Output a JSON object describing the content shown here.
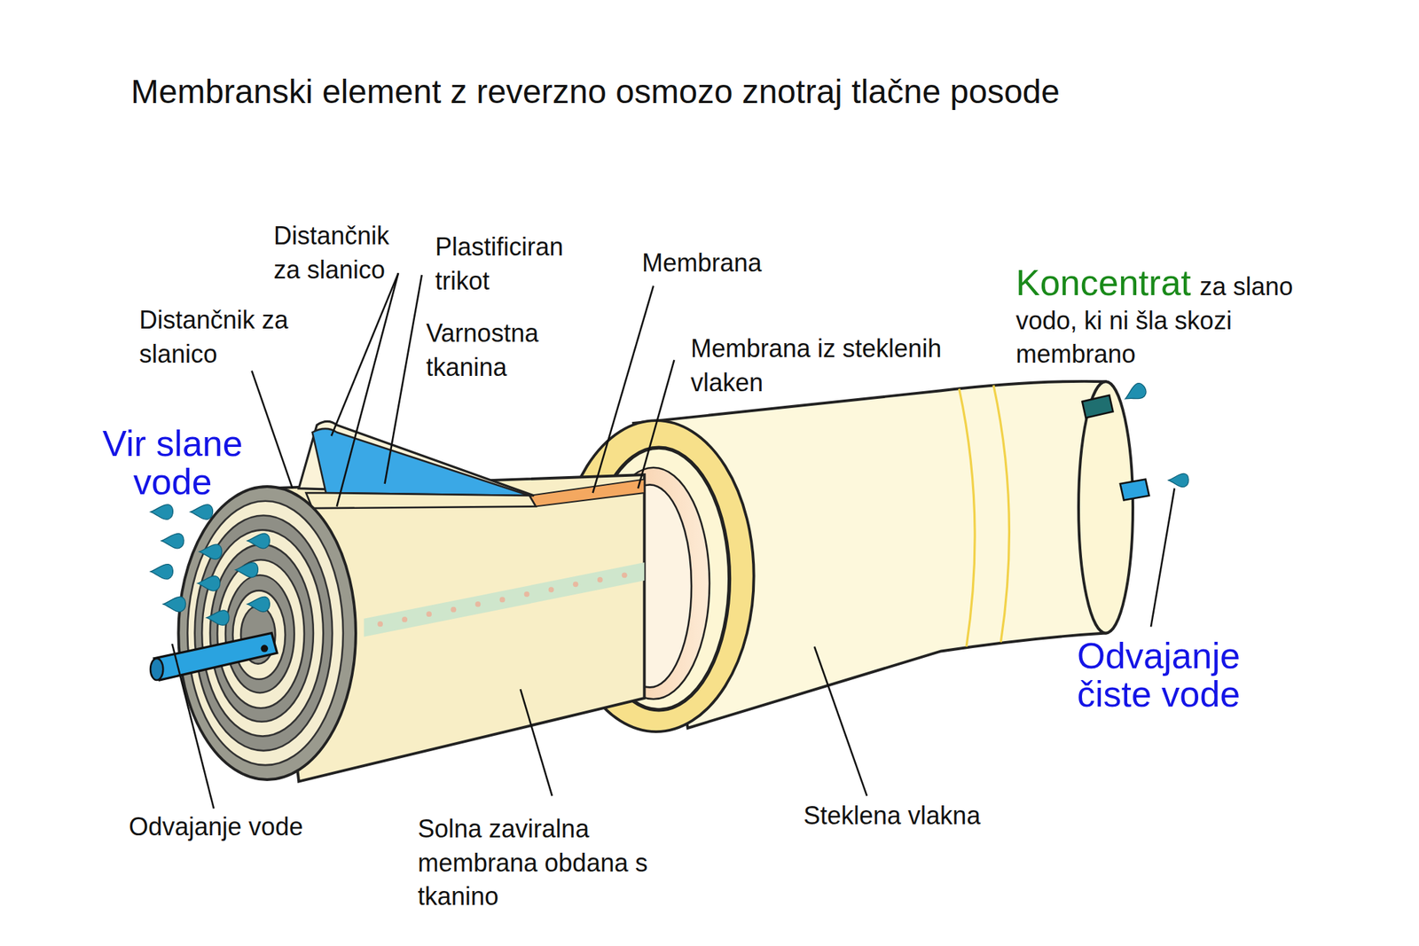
{
  "diagram": {
    "title": "Membranski element z reverzno osmozo znotraj tlačne posode",
    "labels": [
      "Distančnik za slanico",
      "Plastificiran trikot",
      "Membrana",
      "Koncentrat",
      "za slano vodo, ki ni šla skozi membrano",
      "Distančnik za slanico",
      "Varnostna tkanina",
      "Membrana iz steklenih vlaken",
      "Vir slane vode",
      "Odvajanje čiste vode",
      "Odvajanje vode",
      "Solna zaviralna membrana obdana s tkanino",
      "Steklena vlakna"
    ]
  }
}
